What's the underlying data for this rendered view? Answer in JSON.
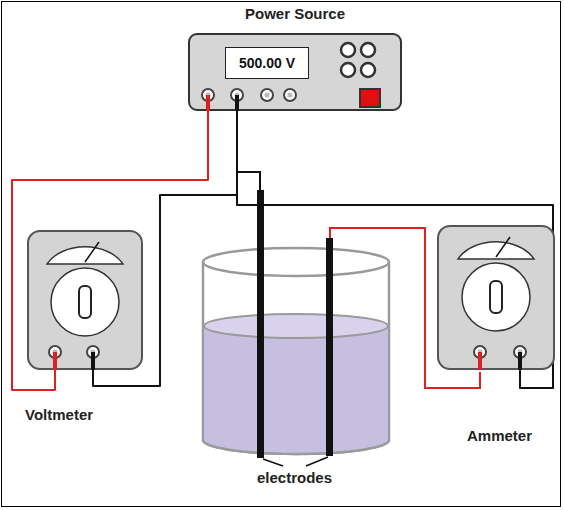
{
  "diagram": {
    "nodes": [
      {
        "text": [
          "Power Source"
        ]
      },
      {
        "text": [
          "500.00 V"
        ],
        "in": 0
      },
      {
        "text": [
          "Voltmeter"
        ]
      },
      {
        "text": [
          "Ammeter"
        ]
      }
    ],
    "edges": [
      {
        "from": 0,
        "to": 2,
        "arrow": "none"
      },
      {
        "from": 2,
        "to": 0,
        "arrow": "none"
      },
      {
        "from": 3,
        "to": 0,
        "arrow": "none"
      }
    ],
    "labels": [
      "electrodes"
    ]
  }
}
